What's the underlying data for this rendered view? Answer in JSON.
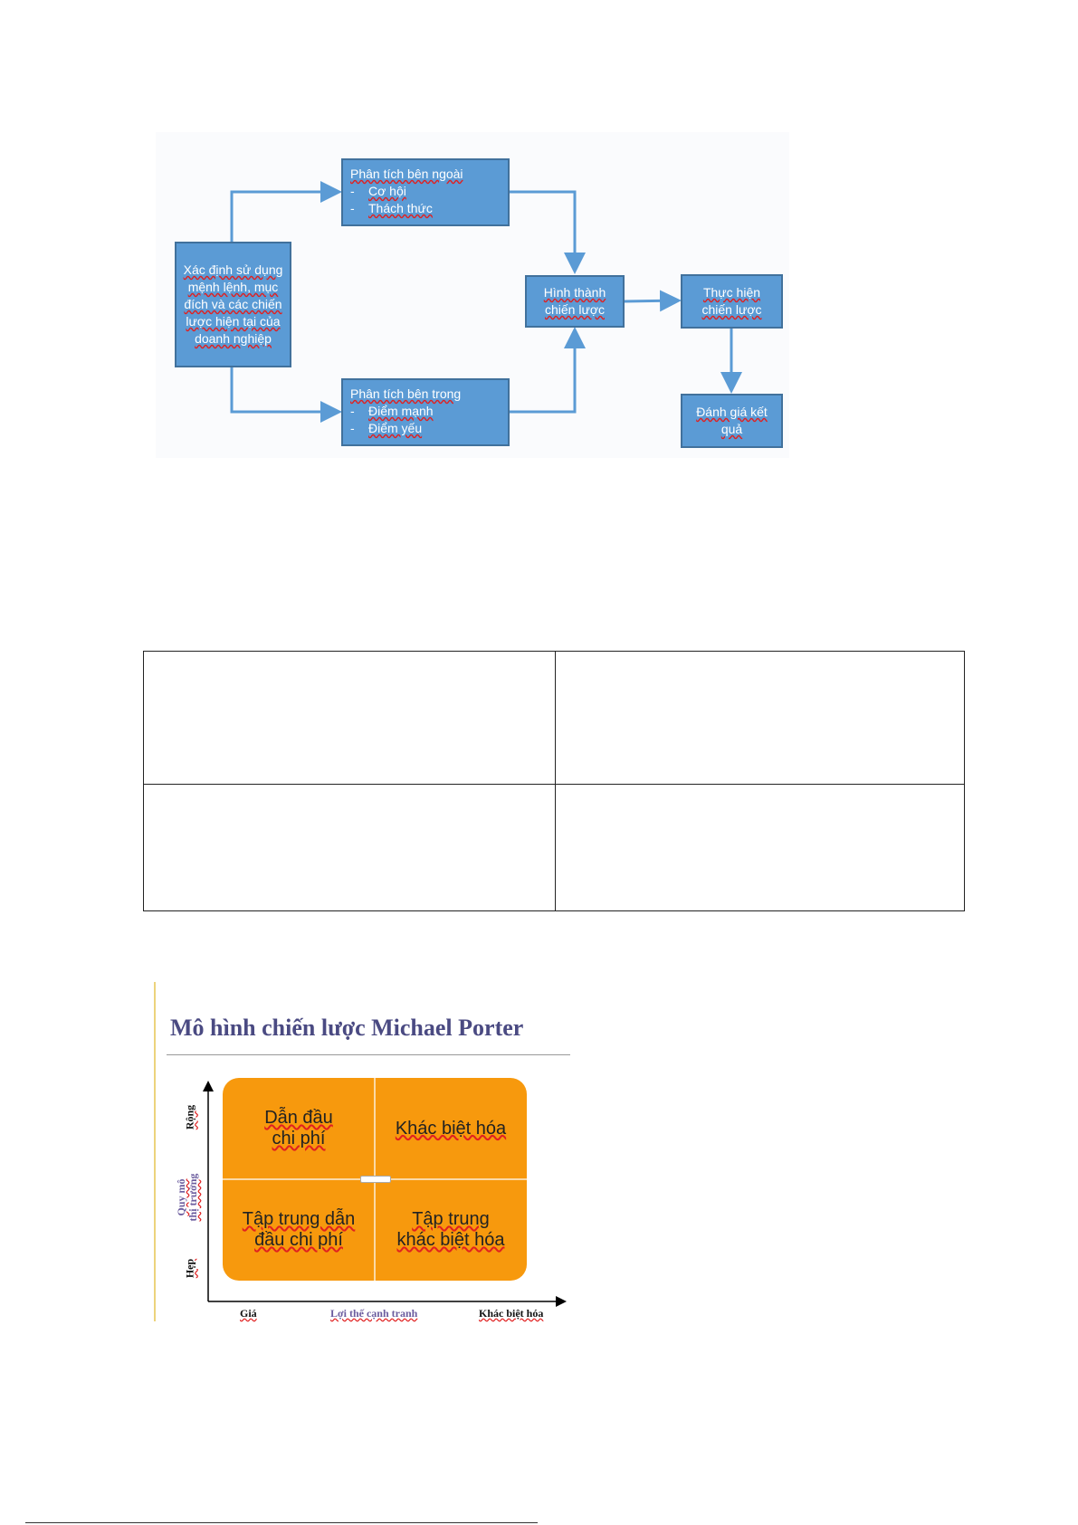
{
  "flowchart": {
    "start_box": [
      "Xác định sử dụng",
      "mệnh lệnh, mục",
      "đích và các chiến",
      "lược hiện tại của",
      "doanh nghiệp"
    ],
    "external_box": {
      "title": "Phân tích bên ngoài",
      "items": [
        "Cơ hội",
        "Thách thức"
      ]
    },
    "internal_box": {
      "title": "Phân tích bên trong",
      "items": [
        "Điểm mạnh",
        "Điểm yếu"
      ]
    },
    "formulate_box": [
      "Hình thành",
      "chiến lược"
    ],
    "implement_box": [
      "Thực hiện",
      "chiến lược"
    ],
    "evaluate_box": [
      "Đánh giá kết",
      "quả"
    ],
    "dash": "-"
  },
  "blank_table": {
    "rows": 2,
    "cols": 2
  },
  "porter": {
    "title": "Mô hình chiến lược Michael Porter",
    "quadrants": {
      "top_left": [
        "Dẫn đầu",
        "chi phí"
      ],
      "top_right": [
        "Khác biệt hóa"
      ],
      "bottom_left": [
        "Tập trung dẫn",
        "đầu chi phí"
      ],
      "bottom_right": [
        "Tập trung",
        "khác biệt hóa"
      ]
    },
    "y_axis": {
      "top": "Rộng",
      "middle": [
        "Quy mô",
        "thị trường"
      ],
      "bottom": "Hẹp"
    },
    "x_axis": {
      "left": "Giá",
      "middle": "Lợi thế cạnh tranh",
      "right": "Khác biệt hóa"
    }
  },
  "colors": {
    "box_fill": "#5b9bd5",
    "box_border": "#41719c",
    "arrow": "#5b9bd5",
    "matrix_fill": "#f7990d",
    "title_color": "#4a4a82"
  }
}
